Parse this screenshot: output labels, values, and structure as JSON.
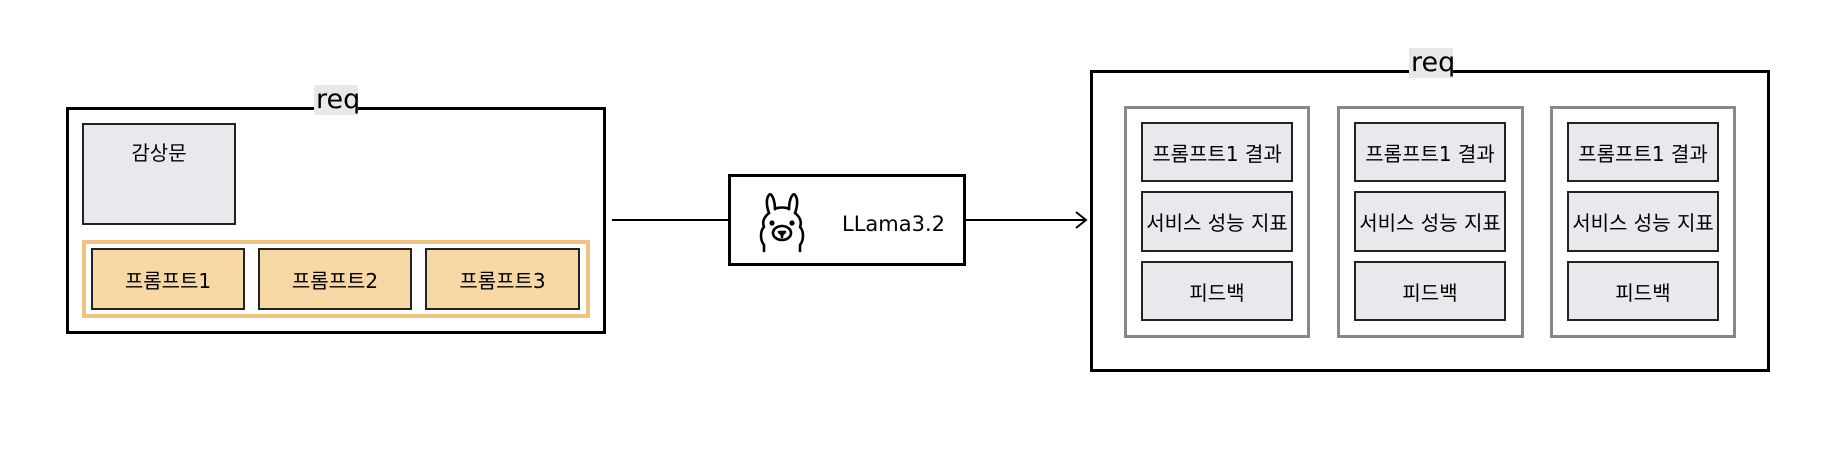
{
  "input_frame": {
    "label": "req",
    "review_box": "감상문",
    "prompts": [
      "프롬프트1",
      "프롬프트2",
      "프롬프트3"
    ]
  },
  "model": {
    "icon": "llama-icon",
    "name": "LLama3.2"
  },
  "output_frame": {
    "label": "req",
    "columns": [
      {
        "result": "프롬프트1 결과",
        "metric": "서비스 성능 지표",
        "feedback": "피드백"
      },
      {
        "result": "프롬프트1 결과",
        "metric": "서비스 성능 지표",
        "feedback": "피드백"
      },
      {
        "result": "프롬프트1 결과",
        "metric": "서비스 성능 지표",
        "feedback": "피드백"
      }
    ]
  }
}
